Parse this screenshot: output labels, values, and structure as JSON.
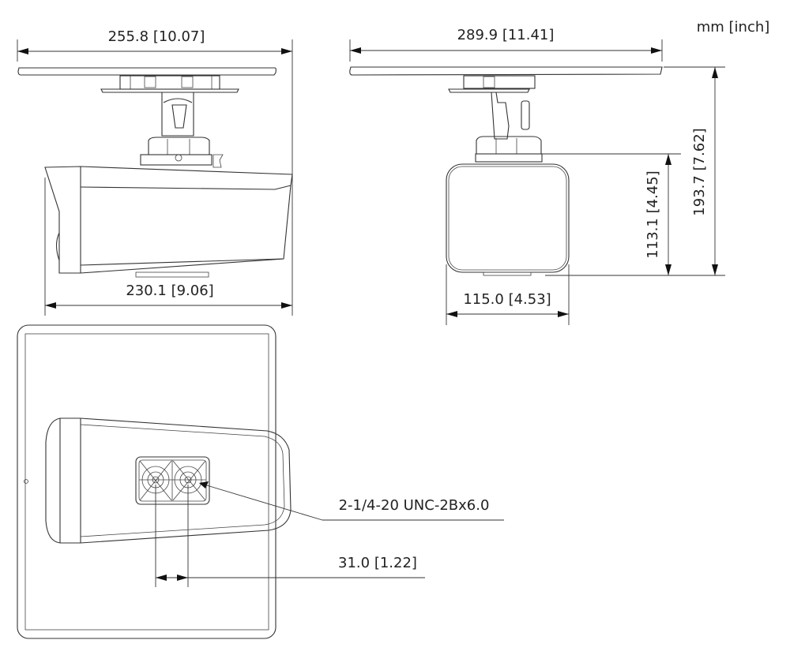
{
  "units_label": "mm [inch]",
  "views": {
    "side": {
      "overall_width": "255.8 [10.07]",
      "body_length": "230.1 [9.06]"
    },
    "front": {
      "mount_width": "289.9 [11.41]",
      "total_height": "193.7 [7.62]",
      "body_height": "113.1 [4.45]",
      "body_width": "115.0 [4.53]"
    },
    "bottom": {
      "thread_spec": "2-1/4-20 UNC-2Bx6.0",
      "hole_spacing": "31.0 [1.22]"
    }
  },
  "colors": {
    "line": "#333333",
    "background": "#ffffff"
  }
}
